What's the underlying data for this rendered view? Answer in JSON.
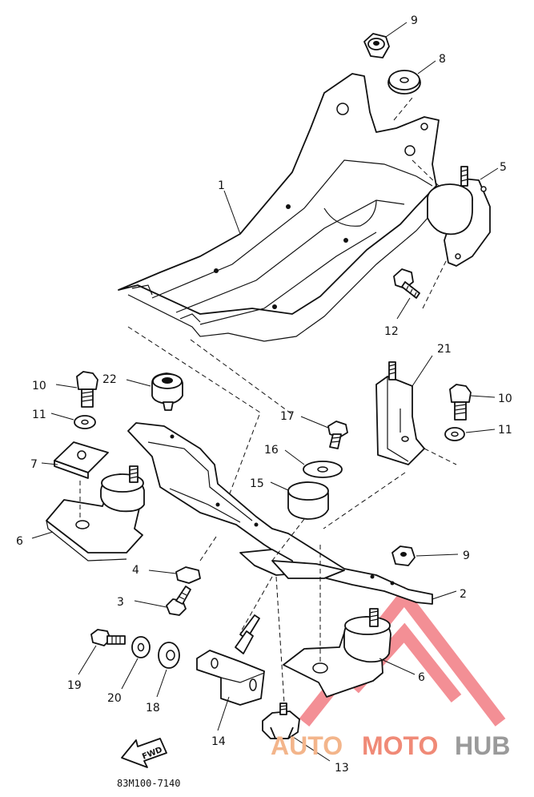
{
  "diagram": {
    "drawing_code": "83M100-7140",
    "fwd_label": "FWD",
    "callouts": {
      "c1": "1",
      "c2": "2",
      "c3": "3",
      "c4": "4",
      "c5": "5",
      "c6a": "6",
      "c6b": "6",
      "c7": "7",
      "c8": "8",
      "c9a": "9",
      "c9b": "9",
      "c10a": "10",
      "c10b": "10",
      "c11a": "11",
      "c11b": "11",
      "c12": "12",
      "c13": "13",
      "c14": "14",
      "c15": "15",
      "c16": "16",
      "c17": "17",
      "c18": "18",
      "c19": "19",
      "c20": "20",
      "c21": "21",
      "c22": "22"
    }
  },
  "watermark": {
    "part1": "AUTO",
    "part2": "MOTO",
    "part3": "HUB",
    "colors": {
      "auto": "#f3b58b",
      "moto": "#f08a77",
      "hub": "#9a9a9a",
      "triangle": "#f2838a"
    }
  }
}
